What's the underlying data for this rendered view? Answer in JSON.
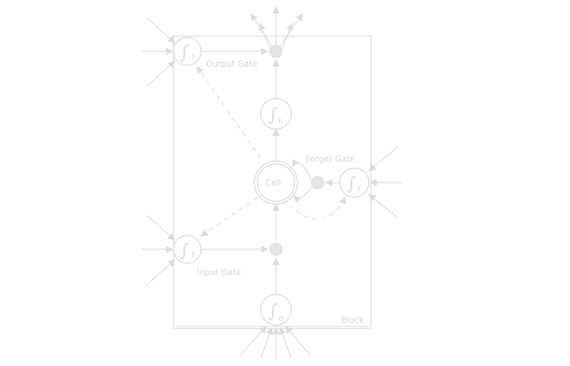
{
  "labels": {
    "output_gate": "Output Gate",
    "forget_gate": "Forget Gate",
    "input_gate": "Input Gate",
    "cell": "Cell",
    "block": "Block"
  },
  "symbols": {
    "sigma": "∫",
    "f": "f",
    "h": "h",
    "g": "g"
  },
  "colors": {
    "stroke": "#dedede",
    "fill": "#e6e6e6",
    "text": "#d6d6d6"
  }
}
